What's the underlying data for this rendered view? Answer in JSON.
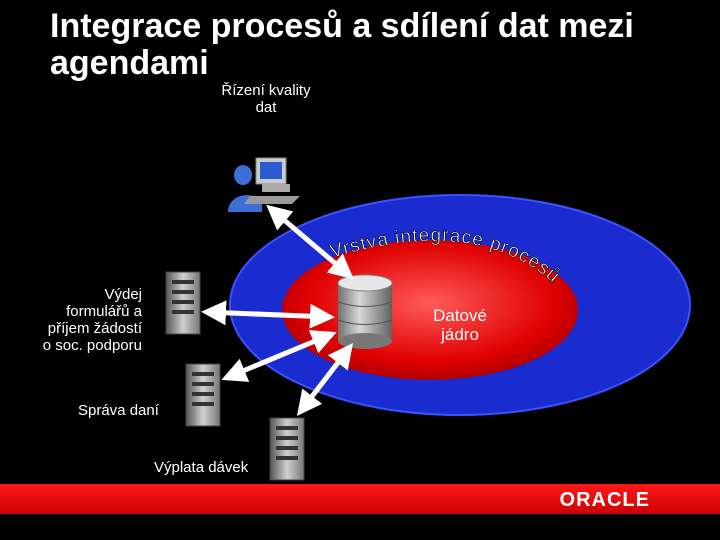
{
  "slide": {
    "title": "Integrace procesů a sdílení dat mezi agendami"
  },
  "labels": {
    "quality_line1": "Řízení kvality",
    "quality_line2": "dat",
    "layer_text": "Vrstva integrace procesů",
    "core_line1": "Datové",
    "core_line2": "jádro",
    "agenda1_line1": "Výdej",
    "agenda1_line2": "formulářů a",
    "agenda1_line3": "příjem žádostí",
    "agenda1_line4": "o soc. podporu",
    "agenda2": "Správa daní",
    "agenda3": "Výplata dávek"
  },
  "branding": {
    "logo_text": "ORACLE",
    "accent_color": "#e00000",
    "ring_color": "#1a2bd0"
  }
}
